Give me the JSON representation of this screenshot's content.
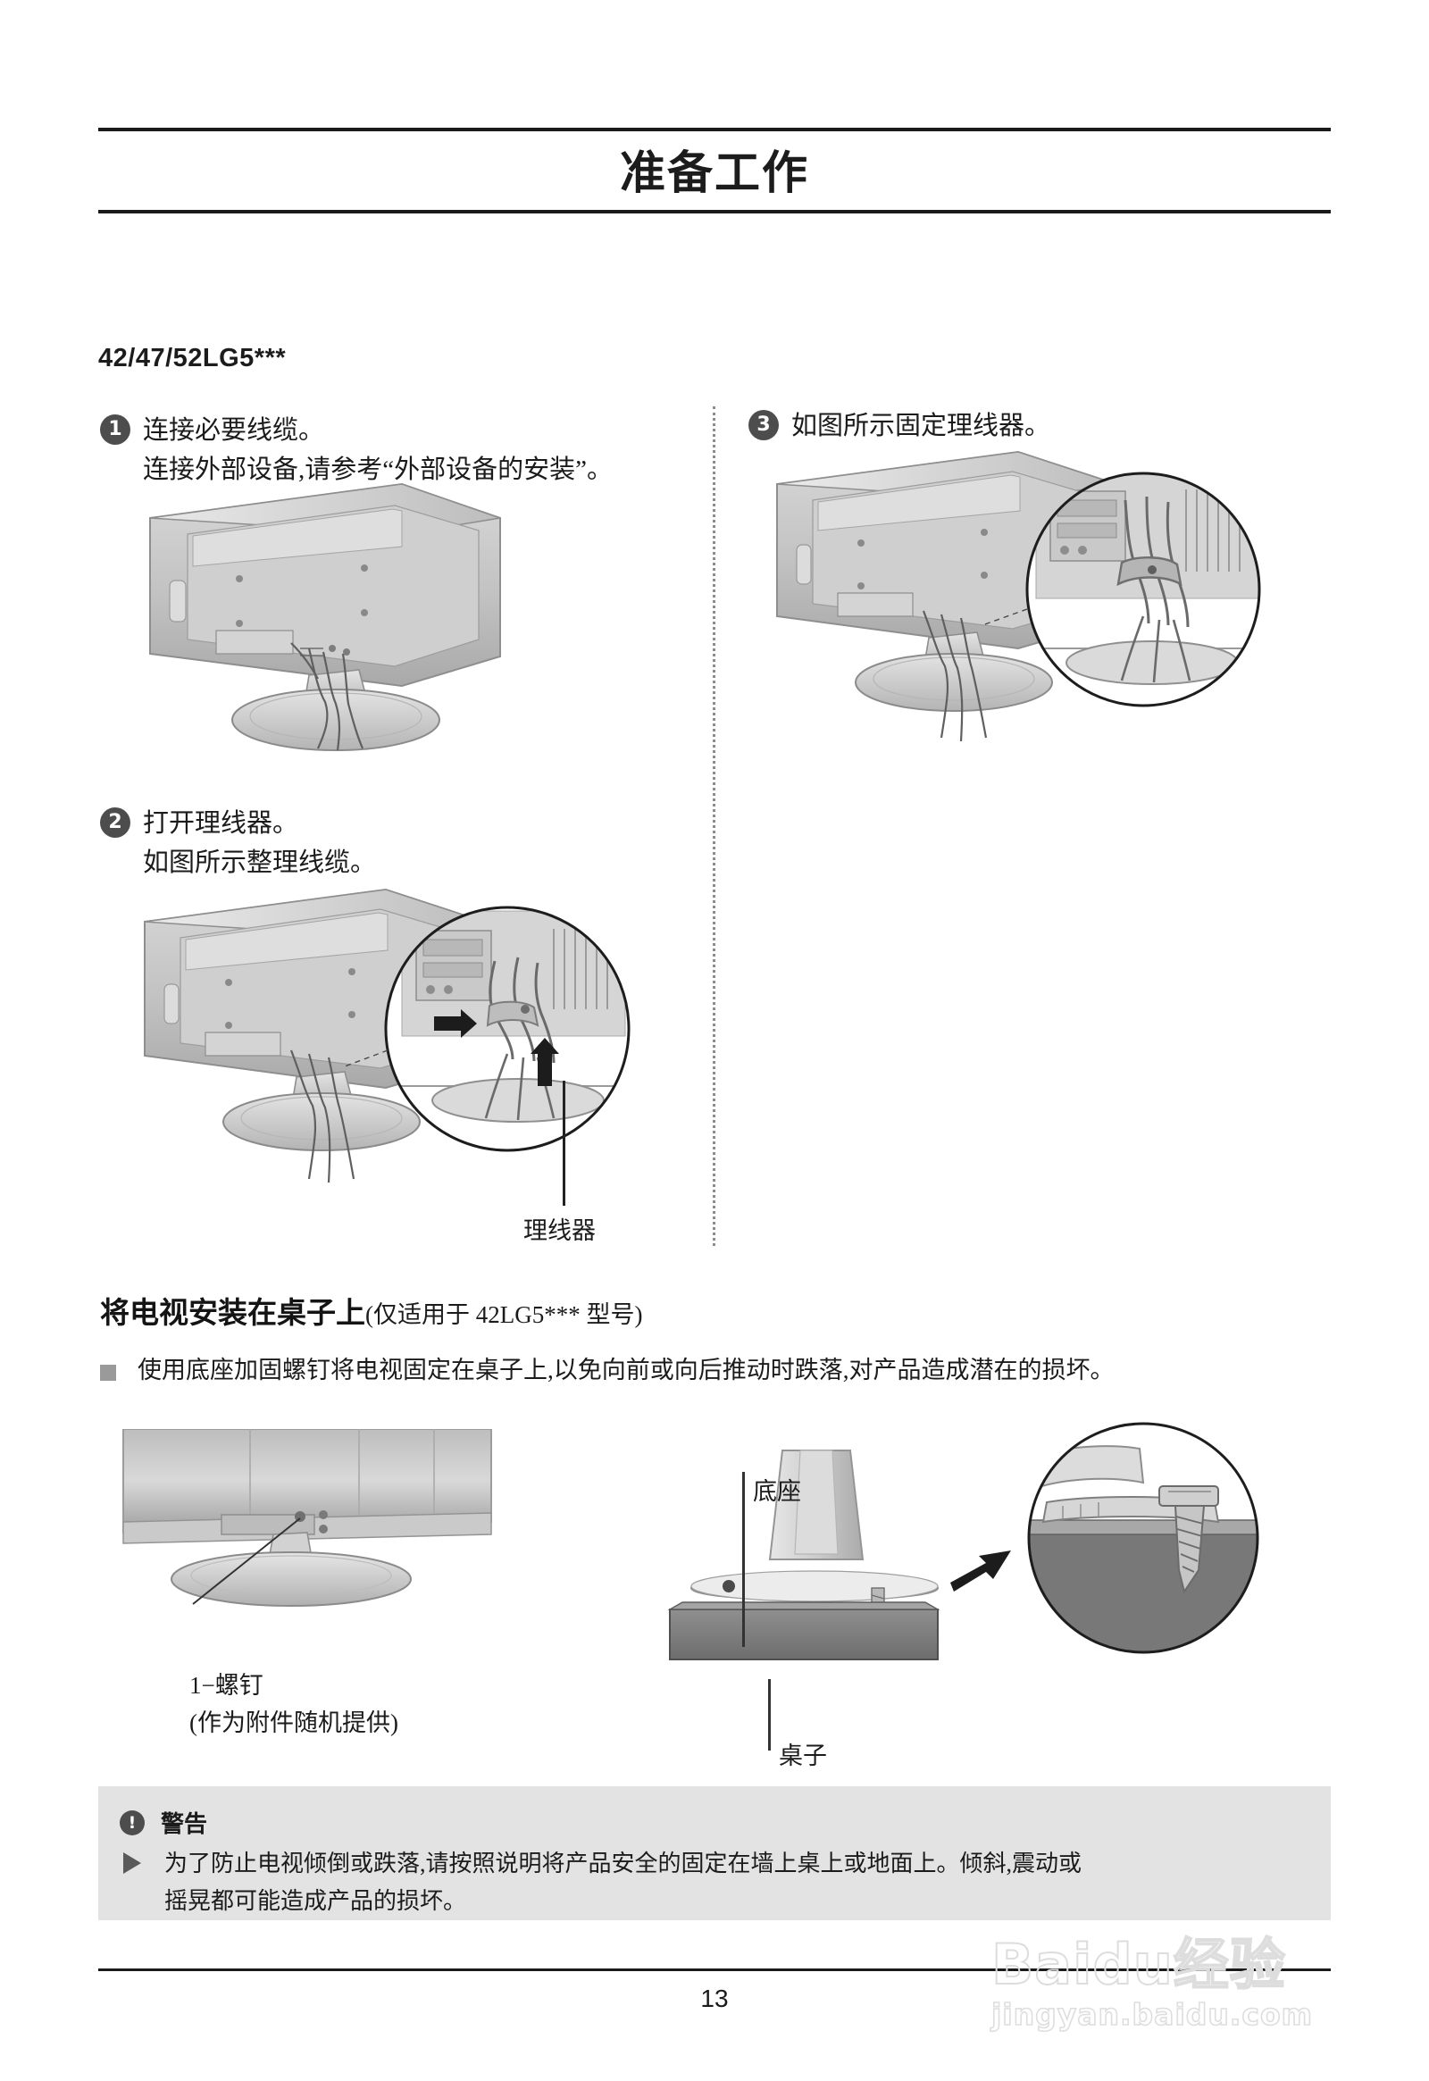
{
  "header": {
    "title": "准备工作"
  },
  "model_line": "42/47/52LG5***",
  "steps": [
    {
      "num": "❶",
      "lines": [
        "连接必要线缆。",
        "连接外部设备,请参考“外部设备的安装”。"
      ]
    },
    {
      "num": "❷",
      "lines": [
        "打开理线器。",
        "如图所示整理线缆。"
      ]
    },
    {
      "num": "❸",
      "lines": [
        "如图所示固定理线器。"
      ]
    }
  ],
  "figure_labels": {
    "cable_holder": "理线器",
    "screw_line1": "1−螺钉",
    "screw_line2": "(作为附件随机提供)",
    "base": "底座",
    "table": "桌子"
  },
  "table_mount": {
    "heading_main": "将电视安装在桌子上",
    "heading_sub": "(仅适用于 42LG5*** 型号)",
    "bullet": "使用底座加固螺钉将电视固定在桌子上,以免向前或向后推动时跌落,对产品造成潜在的损坏。"
  },
  "warning": {
    "icon": "!",
    "title": "警告",
    "arrow": "▶",
    "line1": "为了防止电视倾倒或跌落,请按照说明将产品安全的固定在墙上桌上或地面上。倾斜,震动或",
    "line2": "摇晃都可能造成产品的损坏。"
  },
  "footer": {
    "page_number": "13"
  },
  "watermark": {
    "main": "Baidu经验",
    "sub": "jingyan.baidu.com"
  },
  "colors": {
    "rule": "#1a1a1a",
    "warn_bg": "#e3e3e3",
    "step_badge": "#4d4d4d",
    "bullet_square": "#9a9a9a",
    "watermark": "#dddddd"
  }
}
